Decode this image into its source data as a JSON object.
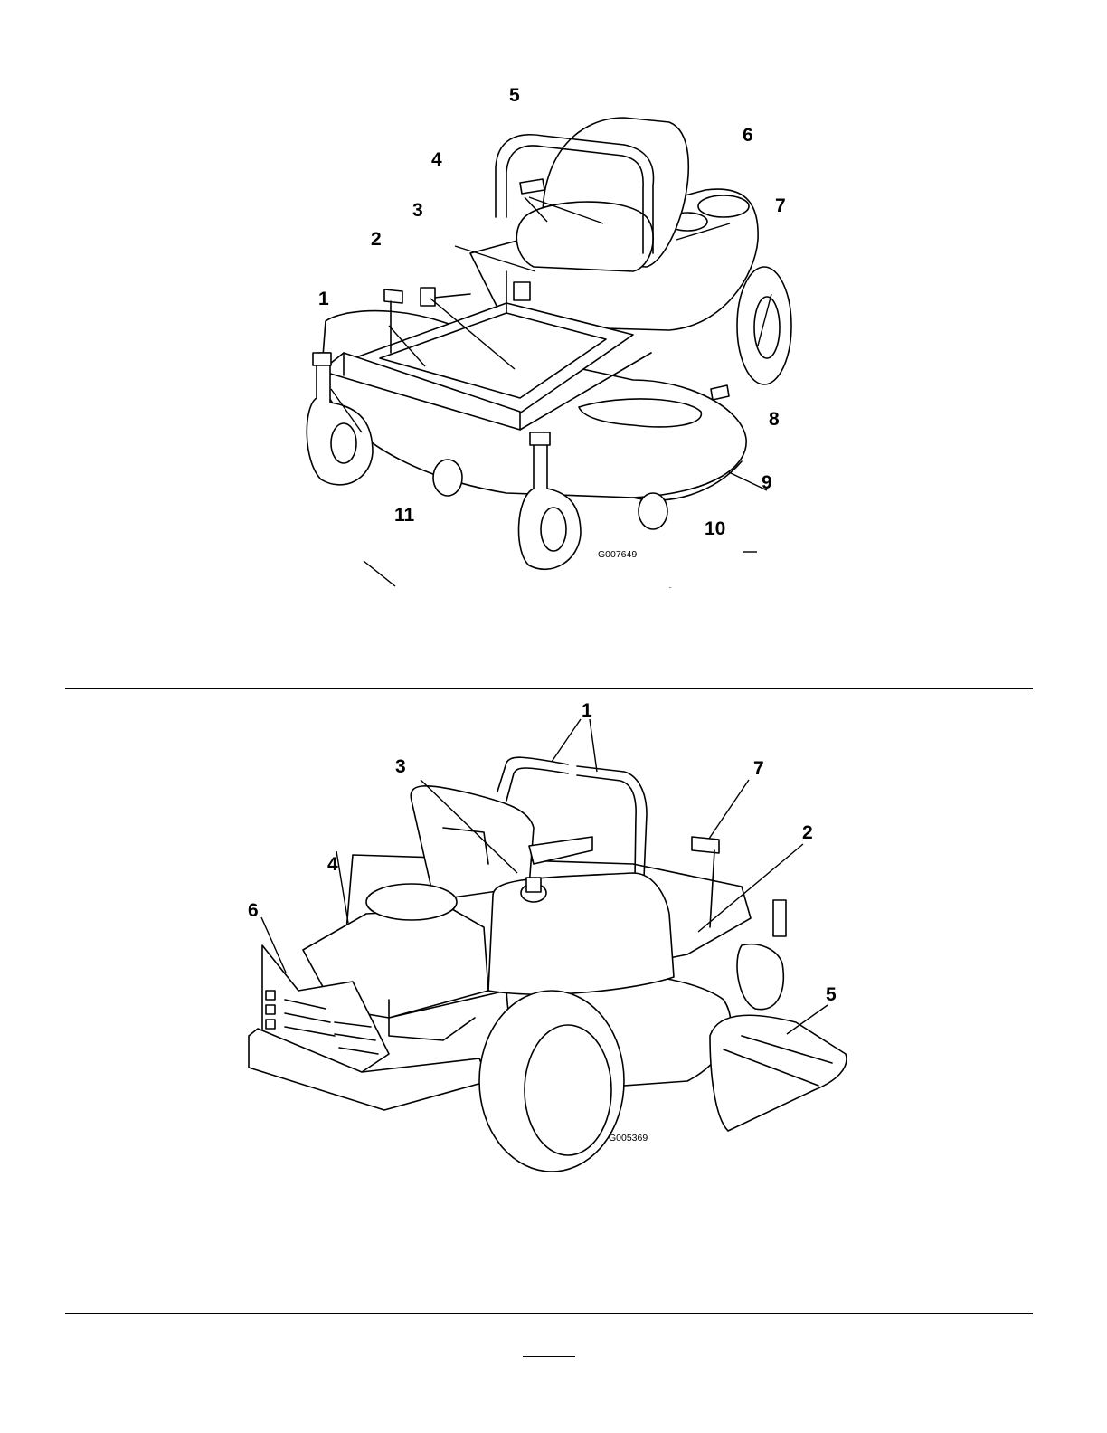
{
  "figures": [
    {
      "code": "G007649",
      "callouts": [
        "1",
        "2",
        "3",
        "4",
        "5",
        "6",
        "7",
        "8",
        "9",
        "10",
        "11"
      ]
    },
    {
      "code": "G005369",
      "callouts": [
        "1",
        "2",
        "3",
        "4",
        "5",
        "6",
        "7"
      ]
    }
  ]
}
